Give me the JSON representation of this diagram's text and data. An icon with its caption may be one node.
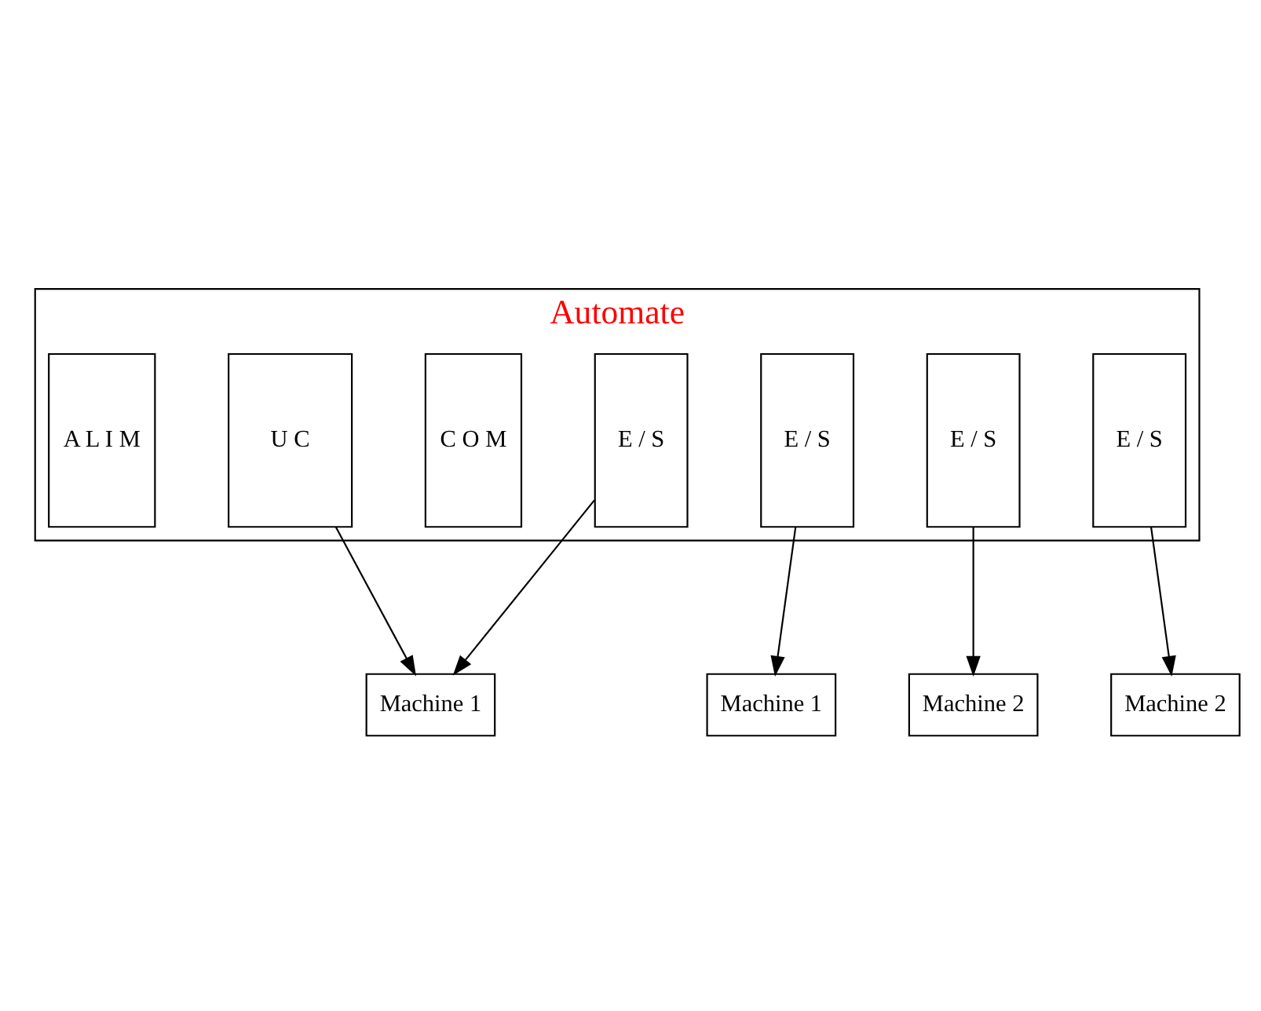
{
  "diagram": {
    "nodes": [
      {
        "text": [
          "Automate"
        ]
      },
      {
        "text": [
          "A L I M"
        ],
        "in": 0
      },
      {
        "text": [
          "U C"
        ],
        "in": 0
      },
      {
        "text": [
          "C O M"
        ],
        "in": 0
      },
      {
        "text": [
          "E / S"
        ],
        "in": 0
      },
      {
        "text": [
          "E / S"
        ],
        "in": 0
      },
      {
        "text": [
          "E / S"
        ],
        "in": 0
      },
      {
        "text": [
          "E / S"
        ],
        "in": 0
      },
      {
        "text": [
          "Machine 2"
        ]
      },
      {
        "text": [
          "Machine 2"
        ]
      },
      {
        "text": [
          "Machine 1"
        ]
      },
      {
        "text": [
          "Machine 1"
        ]
      }
    ],
    "edges": [
      {
        "from": 2,
        "to": 10,
        "arrow": "to"
      },
      {
        "from": 4,
        "to": 10,
        "arrow": "to"
      },
      {
        "from": 5,
        "to": 11,
        "arrow": "to"
      },
      {
        "from": 6,
        "to": 9,
        "arrow": "to"
      },
      {
        "from": 7,
        "to": 8,
        "arrow": "to"
      }
    ]
  }
}
